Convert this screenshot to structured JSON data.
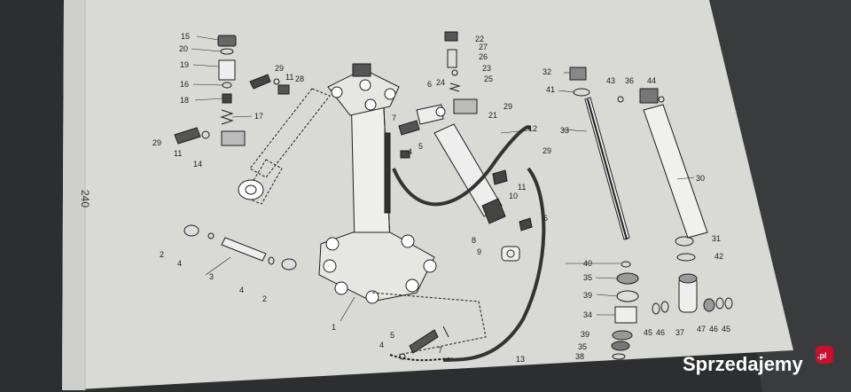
{
  "page_number": "240",
  "watermark": {
    "text": "Sprzedajemy",
    "suffix": ".pl"
  },
  "colors": {
    "background": "#2d2e30",
    "paper": "#d9d9d6",
    "ink": "#1d1d1d",
    "watermark_badge": "#c8102e"
  },
  "labels": {
    "l15": "15",
    "l20": "20",
    "l19": "19",
    "l16": "16",
    "l18": "18",
    "l17": "17",
    "l29a": "29",
    "l11a": "11",
    "l14": "14",
    "l29b": "29",
    "l11b": "11",
    "l28": "28",
    "l22": "22",
    "l27": "27",
    "l26": "26",
    "l23": "23",
    "l25": "25",
    "l24": "24",
    "l6a": "6",
    "l7a": "7",
    "l5a": "5",
    "l4a": "4",
    "l21": "21",
    "l29c": "29",
    "l12": "12",
    "l29d": "29",
    "l11c": "11",
    "l10": "10",
    "l6b": "6",
    "l8": "8",
    "l9": "9",
    "l32": "32",
    "l41": "41",
    "l43": "43",
    "l36": "36",
    "l44": "44",
    "l33": "33",
    "l30": "30",
    "l31": "31",
    "l42": "42",
    "l40": "40",
    "l35a": "35",
    "l39a": "39",
    "l34": "34",
    "l39b": "39",
    "l35b": "35",
    "l38": "38",
    "l13": "13",
    "l45a": "45",
    "l46a": "46",
    "l37": "37",
    "l47": "47",
    "l46b": "46",
    "l45b": "45",
    "l2a": "2",
    "l4b": "4",
    "l3": "3",
    "l4c": "4",
    "l2b": "2",
    "l1": "1",
    "l5b": "5",
    "l4d": "4",
    "l7b": "7"
  }
}
